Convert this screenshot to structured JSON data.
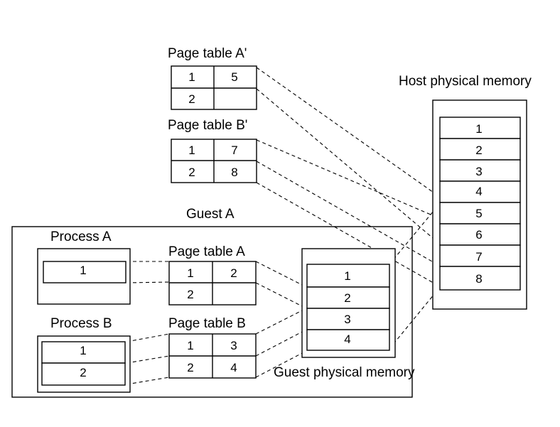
{
  "labels": {
    "page_table_a_prime": "Page table A'",
    "page_table_b_prime": "Page table B'",
    "host_memory": "Host physical memory",
    "guest_a": "Guest A",
    "process_a": "Process A",
    "process_b": "Process B",
    "page_table_a": "Page table A",
    "page_table_b": "Page table B",
    "guest_memory": "Guest physical memory"
  },
  "page_table_a_prime": [
    [
      "1",
      "5"
    ],
    [
      "2",
      ""
    ]
  ],
  "page_table_b_prime": [
    [
      "1",
      "7"
    ],
    [
      "2",
      "8"
    ]
  ],
  "page_table_a": [
    [
      "1",
      "2"
    ],
    [
      "2",
      ""
    ]
  ],
  "page_table_b": [
    [
      "1",
      "3"
    ],
    [
      "2",
      "4"
    ]
  ],
  "process_a_pages": [
    "1"
  ],
  "process_b_pages": [
    "1",
    "2"
  ],
  "guest_memory_pages": [
    "1",
    "2",
    "3",
    "4"
  ],
  "host_memory_pages": [
    "1",
    "2",
    "3",
    "4",
    "5",
    "6",
    "7",
    "8"
  ]
}
